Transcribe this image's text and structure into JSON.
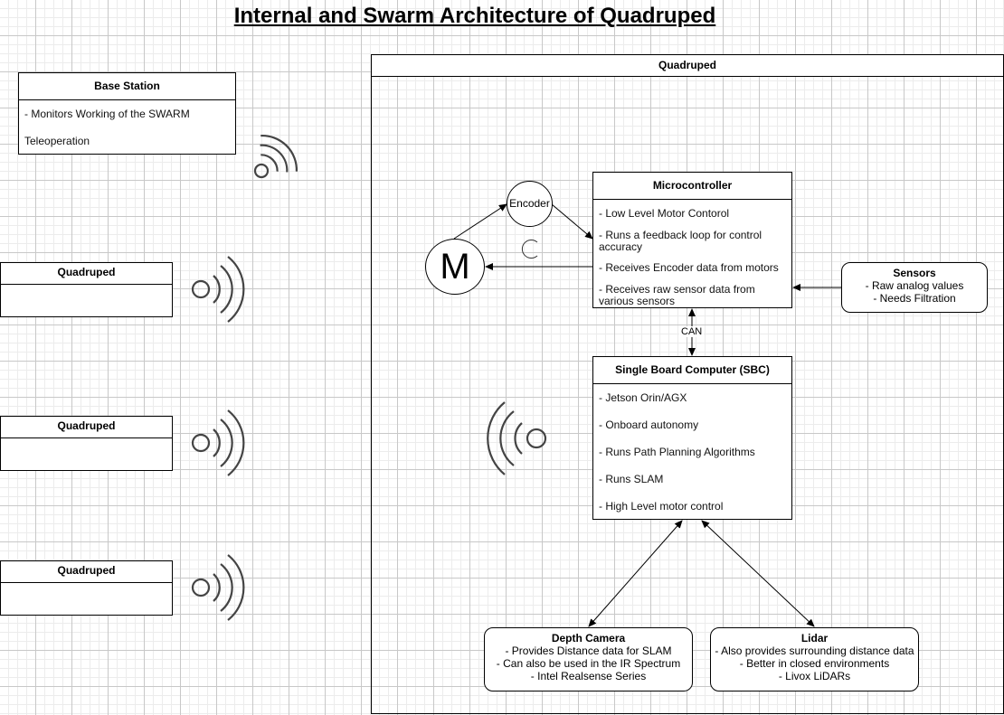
{
  "title": "Internal and Swarm Architecture of Quadruped",
  "base_station": {
    "header": "Base Station",
    "items": [
      "- Monitors Working of the SWARM",
      "Teleoperation"
    ]
  },
  "quadruped_container": {
    "header": "Quadruped"
  },
  "swarm_quadrupeds": [
    "Quadruped",
    "Quadruped",
    "Quadruped"
  ],
  "motor": {
    "label": "M"
  },
  "encoder": {
    "label": "Encoder"
  },
  "microcontroller": {
    "header": "Microcontroller",
    "items": [
      "- Low Level Motor Contorol",
      "- Runs a feedback loop for control accuracy",
      "- Receives Encoder data from motors",
      "- Receives raw sensor data from various sensors"
    ]
  },
  "sensors": {
    "header": "Sensors",
    "lines": [
      "- Raw analog values",
      "- Needs Filtration"
    ]
  },
  "can_label": "CAN",
  "sbc": {
    "header": "Single Board Computer (SBC)",
    "items": [
      "- Jetson Orin/AGX",
      "- Onboard autonomy",
      "- Runs Path Planning Algorithms",
      "- Runs SLAM",
      "- High Level motor control"
    ]
  },
  "depth_camera": {
    "header": "Depth Camera",
    "lines": [
      "- Provides Distance data for SLAM",
      "- Can also be used in the IR Spectrum",
      "- Intel Realsense Series"
    ]
  },
  "lidar": {
    "header": "Lidar",
    "lines": [
      "- Also provides surrounding distance data",
      "- Better in closed environments",
      "- Livox LiDARs"
    ]
  },
  "icons": {
    "wireless": "wireless-signal-icon",
    "rotation": "rotation-arc-icon"
  }
}
